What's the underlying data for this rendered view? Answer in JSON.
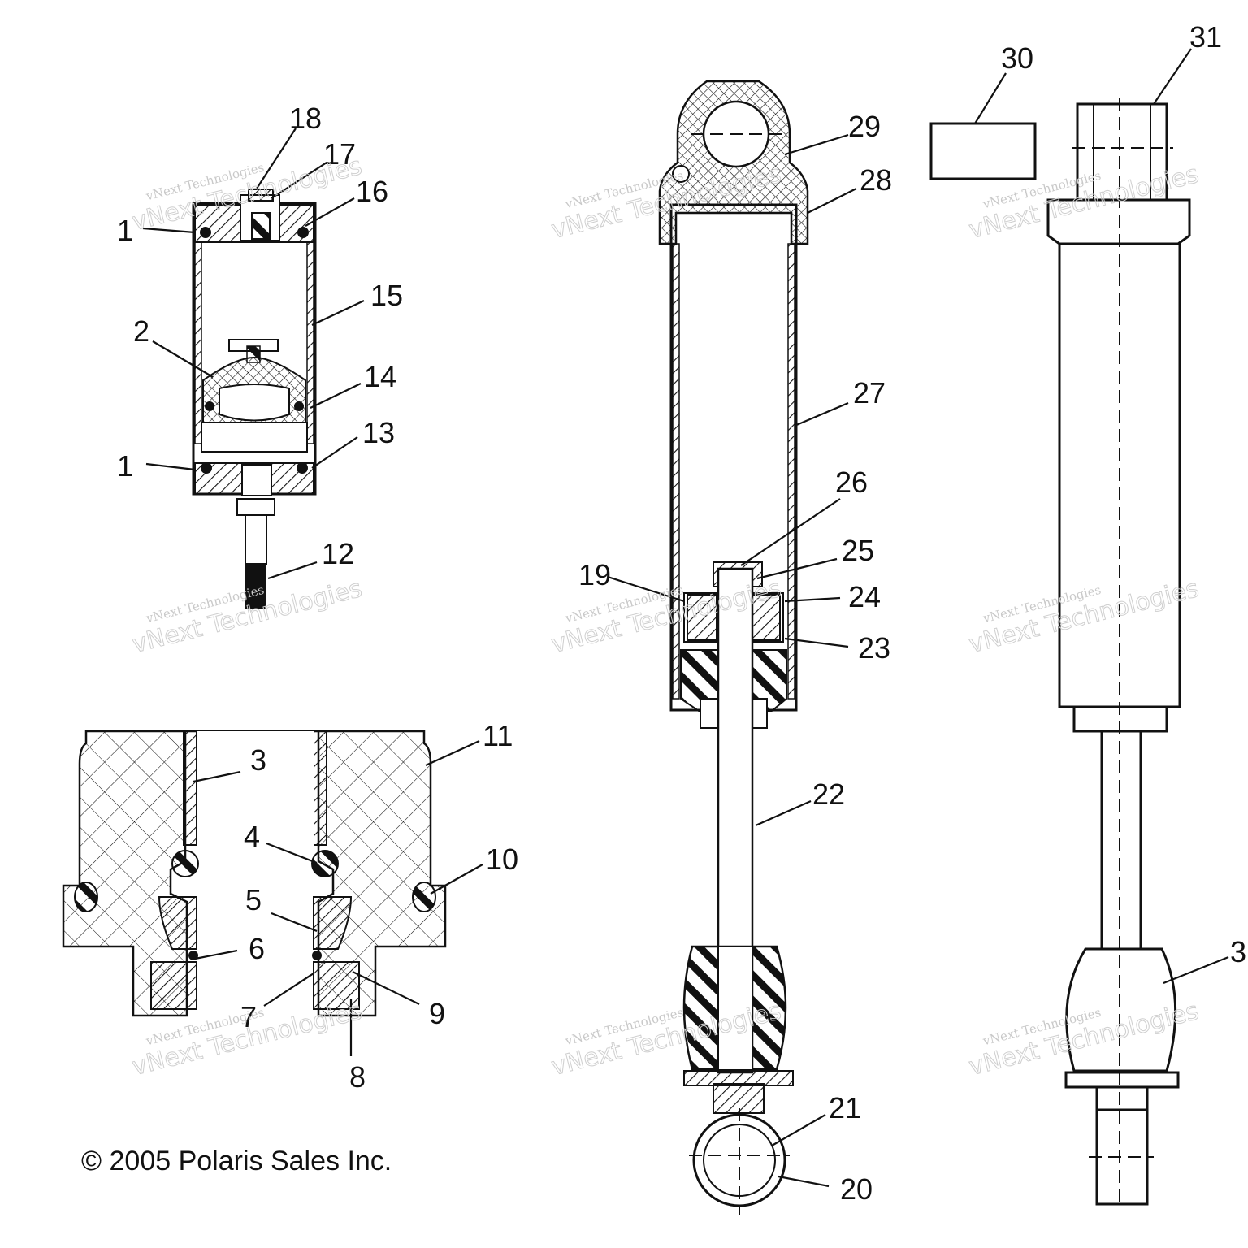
{
  "diagram": {
    "callouts": [
      {
        "id": "c1a",
        "label": "1"
      },
      {
        "id": "c1b",
        "label": "1"
      },
      {
        "id": "c2",
        "label": "2"
      },
      {
        "id": "c3a",
        "label": "3"
      },
      {
        "id": "c3b",
        "label": "3"
      },
      {
        "id": "c4",
        "label": "4"
      },
      {
        "id": "c5",
        "label": "5"
      },
      {
        "id": "c6",
        "label": "6"
      },
      {
        "id": "c7",
        "label": "7"
      },
      {
        "id": "c8",
        "label": "8"
      },
      {
        "id": "c9",
        "label": "9"
      },
      {
        "id": "c10",
        "label": "10"
      },
      {
        "id": "c11",
        "label": "11"
      },
      {
        "id": "c12",
        "label": "12"
      },
      {
        "id": "c13",
        "label": "13"
      },
      {
        "id": "c14",
        "label": "14"
      },
      {
        "id": "c15",
        "label": "15"
      },
      {
        "id": "c16",
        "label": "16"
      },
      {
        "id": "c17",
        "label": "17"
      },
      {
        "id": "c18",
        "label": "18"
      },
      {
        "id": "c19",
        "label": "19"
      },
      {
        "id": "c20",
        "label": "20"
      },
      {
        "id": "c21",
        "label": "21"
      },
      {
        "id": "c22",
        "label": "22"
      },
      {
        "id": "c23",
        "label": "23"
      },
      {
        "id": "c24",
        "label": "24"
      },
      {
        "id": "c25",
        "label": "25"
      },
      {
        "id": "c26",
        "label": "26"
      },
      {
        "id": "c27",
        "label": "27"
      },
      {
        "id": "c28",
        "label": "28"
      },
      {
        "id": "c29",
        "label": "29"
      },
      {
        "id": "c30",
        "label": "30"
      },
      {
        "id": "c31",
        "label": "31"
      }
    ],
    "watermark": {
      "line1": "vNext Technologies",
      "line2": "vNext Technologies"
    },
    "copyright": "© 2005 Polaris Sales Inc."
  }
}
